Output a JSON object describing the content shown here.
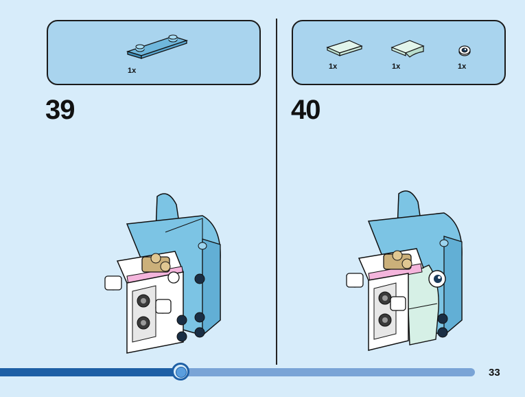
{
  "steps": [
    {
      "number": "39",
      "parts": [
        {
          "qty": "1x",
          "icon": "plate-1x4-two-studs-icon",
          "color": "#6fb7dc"
        }
      ]
    },
    {
      "number": "40",
      "parts": [
        {
          "qty": "1x",
          "icon": "tile-1x2-icon",
          "color": "#d6f0e6"
        },
        {
          "qty": "1x",
          "icon": "curved-slope-icon",
          "color": "#d6f0e6"
        },
        {
          "qty": "1x",
          "icon": "eye-tile-round-icon",
          "color": "#ffffff"
        }
      ]
    }
  ],
  "page": {
    "number": "33",
    "progress": 0.38
  },
  "colors": {
    "background": "#d7ecfa",
    "parts_box": "#a9d4ee",
    "progress_dark": "#1d5fa5",
    "progress_light": "#7aa4d6",
    "model_blue": "#7cc4e4"
  }
}
